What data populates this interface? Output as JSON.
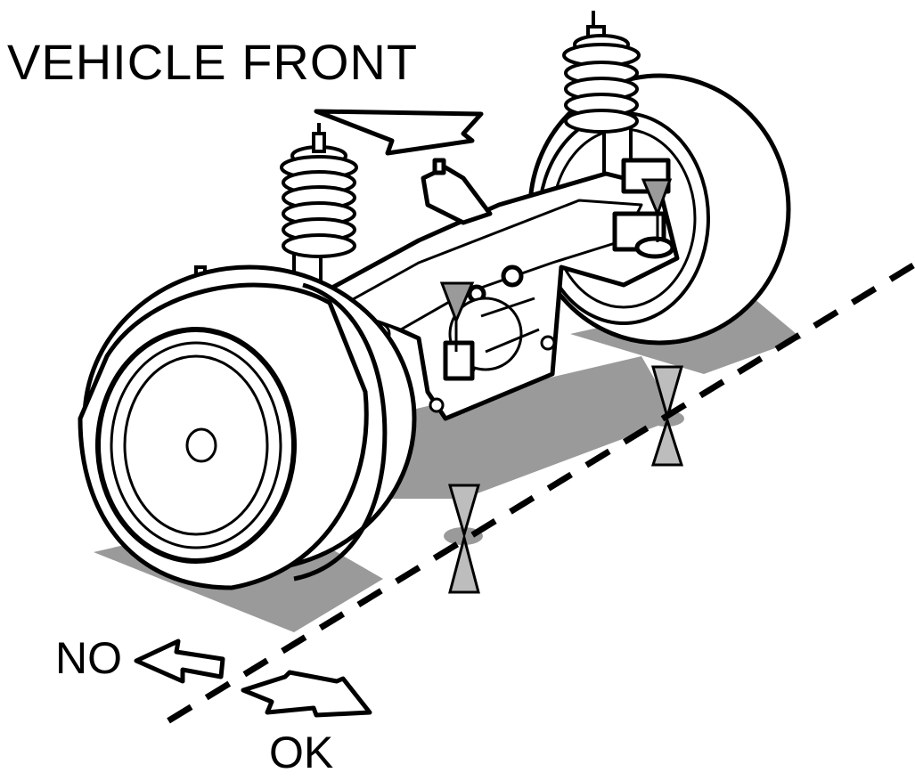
{
  "labels": {
    "vehicle_front": "VEHICLE  FRONT",
    "no": "NO",
    "ok": "OK"
  },
  "colors": {
    "line": "#000000",
    "shadow": "#9a9a9a",
    "marker_fill": "#bdbdbd",
    "background": "#ffffff"
  },
  "icons": {
    "front_direction": "arrow-left-icon",
    "wrong_direction": "arrow-left-icon",
    "correct_direction": "arrow-right-icon",
    "alignment_target": "hourglass-marker-icon"
  }
}
